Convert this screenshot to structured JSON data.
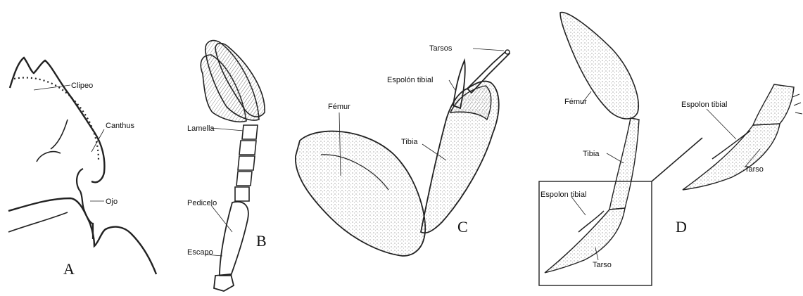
{
  "panels": {
    "A": {
      "letter": "A",
      "labels": {
        "clipeo": "Clipeo",
        "canthus": "Canthus",
        "ojo": "Ojo"
      }
    },
    "B": {
      "letter": "B",
      "labels": {
        "lamella": "Lamella",
        "pedicelo": "Pedicelo",
        "escapo": "Escapo"
      }
    },
    "C": {
      "letter": "C",
      "labels": {
        "tarsos": "Tarsos",
        "espolon_tibial": "Espolón tibial",
        "femur": "Fémur",
        "tibia": "Tibia"
      }
    },
    "D": {
      "letter": "D",
      "labels": {
        "femur": "Fémur",
        "tibia": "Tibia",
        "espolon_tibial": "Espolon tibial",
        "tarso": "Tarso",
        "espolon_tibial_zoom": "Espolon tibial",
        "tarso_zoom": "Tarso"
      }
    }
  },
  "colors": {
    "ink": "#222222",
    "shading": "#9a9a9a",
    "background": "#ffffff"
  }
}
